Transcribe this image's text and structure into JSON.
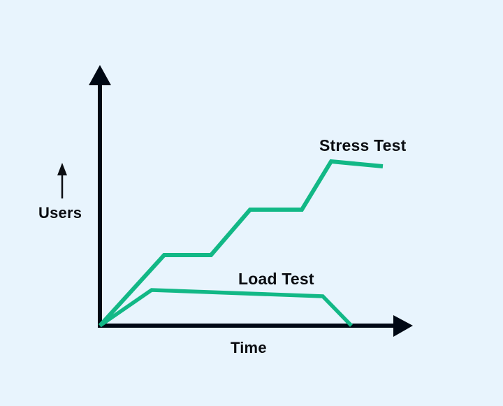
{
  "background_color": "#e8f4fd",
  "axis_color": "#000814",
  "series_color": "#12b886",
  "text_color": "#0b0d12",
  "axes": {
    "x_title": "Time",
    "y_title": "Users",
    "y_hint_icon": "up-arrow-icon",
    "x_arrow_icon": "right-arrow-icon",
    "y_arrow_icon": "up-arrow-icon"
  },
  "labels": {
    "stress_test": "Stress Test",
    "load_test": "Load Test"
  },
  "chart_data": {
    "type": "line",
    "title": "",
    "xlabel": "Time",
    "ylabel": "Users",
    "grid": false,
    "legend": "inline-annotations",
    "axis_style": "arrowed-open-axes",
    "xlim": [
      0,
      100
    ],
    "ylim": [
      0,
      100
    ],
    "x_ticks": [],
    "y_ticks": [],
    "series": [
      {
        "name": "Stress Test",
        "color": "#12b886",
        "line_width": 6,
        "label_position": "above-right-of-final-plateau",
        "points": [
          {
            "x": 0,
            "y": 0
          },
          {
            "x": 20.6,
            "y": 27.2
          },
          {
            "x": 35.6,
            "y": 27.2
          },
          {
            "x": 48.1,
            "y": 44.7
          },
          {
            "x": 64.7,
            "y": 44.7
          },
          {
            "x": 74.1,
            "y": 63.3
          },
          {
            "x": 90.6,
            "y": 61.4
          }
        ],
        "shape": "stepped-ramp-up"
      },
      {
        "name": "Load Test",
        "color": "#12b886",
        "line_width": 5,
        "label_position": "above-plateau",
        "points": [
          {
            "x": 0,
            "y": 0
          },
          {
            "x": 16.6,
            "y": 13.7
          },
          {
            "x": 71.4,
            "y": 11.3
          },
          {
            "x": 80.5,
            "y": 0
          }
        ],
        "shape": "ramp-plateau-rampdown"
      }
    ]
  }
}
